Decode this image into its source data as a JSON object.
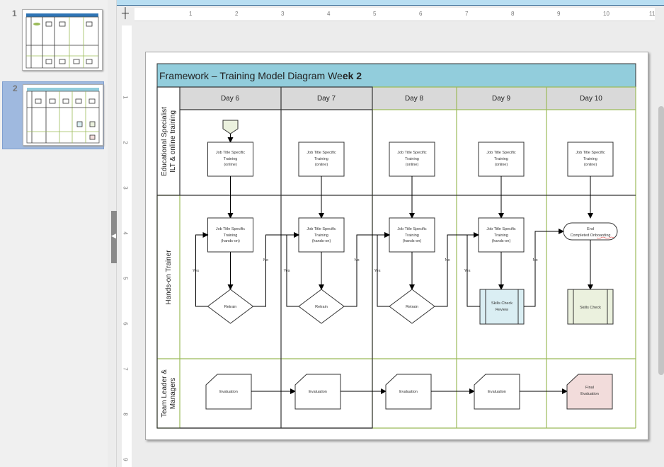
{
  "slide_panel": {
    "slides": [
      {
        "number": "1",
        "selected": false
      },
      {
        "number": "2",
        "selected": true
      }
    ]
  },
  "ruler": {
    "horizontal_labels": [
      "1",
      "2",
      "3",
      "4",
      "5",
      "6",
      "7",
      "8",
      "9",
      "10",
      "11"
    ],
    "vertical_labels": [
      "1",
      "2",
      "3",
      "4",
      "5",
      "6",
      "7",
      "8",
      "9"
    ]
  },
  "diagram": {
    "title_prefix": "Framework – Training Model Diagram We",
    "title_bold": "ek 2",
    "title_fill": "#92cddc",
    "days": [
      "Day 6",
      "Day 7",
      "Day 8",
      "Day 9",
      "Day 10"
    ],
    "lanes": [
      {
        "label_line1": "Educational Specialist",
        "label_line2": "ILT & online training"
      },
      {
        "label_line1": "Hands-on Trainer",
        "label_line2": ""
      },
      {
        "label_line1": "Team Leader &",
        "label_line2": "Managers"
      }
    ],
    "online_training": {
      "line1": "Job Title Specific",
      "line2": "Training",
      "line3": "(online)"
    },
    "handson_training": {
      "line1": "Job Title Specific",
      "line2": "Training",
      "line3": "(hands-on)"
    },
    "retrain_label": "Retrain",
    "yes_label": "Yes",
    "no_label": "No",
    "skills_check_review": {
      "line1": "Skills Check",
      "line2": "Review",
      "fill": "#daeef3"
    },
    "end_terminator": {
      "line1": "End",
      "line2": "Completed Onboarding"
    },
    "skills_check": {
      "label": "Skills Check",
      "fill": "#ebf1de"
    },
    "evaluation_label": "Evaluation",
    "final_evaluation": {
      "line1": "Final",
      "line2": "Evaluation",
      "fill": "#f2dcdb"
    },
    "start_marker_fill": "#ebf1de",
    "day_header_fill": "#d9d9d9",
    "grid_green": "#9bbb59"
  }
}
